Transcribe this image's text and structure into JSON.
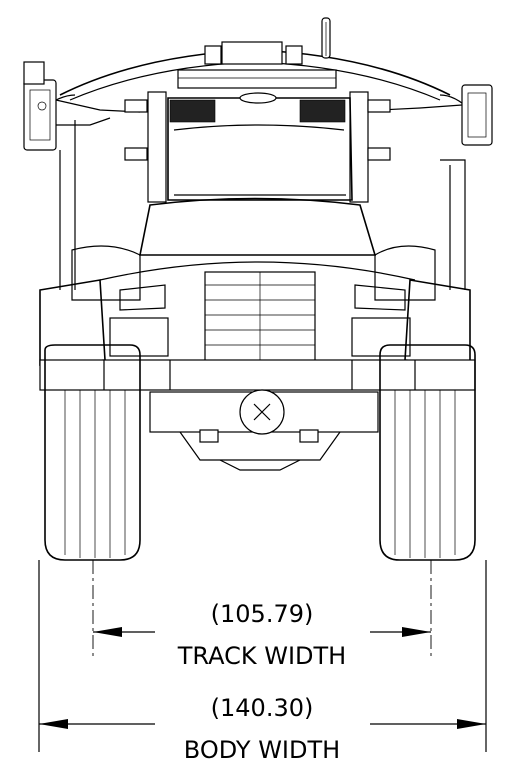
{
  "dimensions": {
    "track_width": {
      "value": "(105.79)",
      "label": "TRACK WIDTH"
    },
    "body_width": {
      "value": "(140.30)",
      "label": "BODY WIDTH"
    }
  }
}
